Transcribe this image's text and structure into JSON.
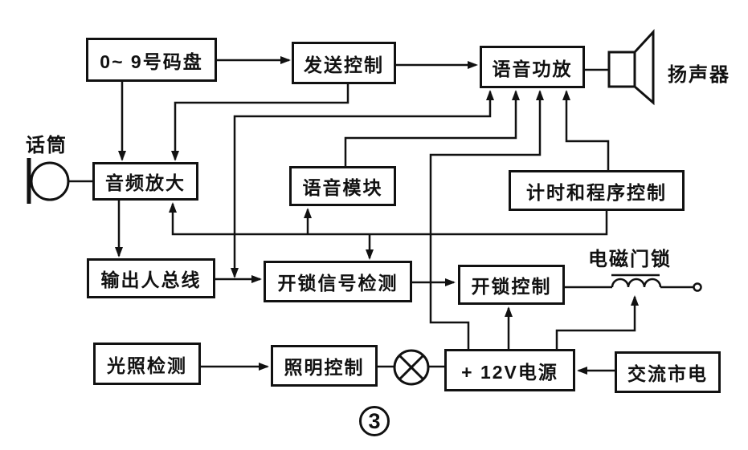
{
  "diagram": {
    "blocks": [
      {
        "id": "dial",
        "label": "0~ 9号码盘"
      },
      {
        "id": "send-control",
        "label": "发送控制"
      },
      {
        "id": "voice-amplifier",
        "label": "语音功放"
      },
      {
        "id": "audio-amplifier",
        "label": "音频放大"
      },
      {
        "id": "voice-module",
        "label": "语音模块"
      },
      {
        "id": "timer-program-control",
        "label": "计时和程序控制"
      },
      {
        "id": "io-bus",
        "label": "输出人总线"
      },
      {
        "id": "unlock-signal-detect",
        "label": "开锁信号检测"
      },
      {
        "id": "unlock-control",
        "label": "开锁控制"
      },
      {
        "id": "light-detect",
        "label": "光照检测"
      },
      {
        "id": "lighting-control",
        "label": "照明控制"
      },
      {
        "id": "power-12v",
        "label": "+ 12V电源"
      },
      {
        "id": "ac-mains",
        "label": "交流市电"
      }
    ],
    "annotations": {
      "microphone": "话筒",
      "speaker": "扬声器",
      "door_lock": "电磁门锁",
      "figure_number": "3"
    },
    "colors": {
      "line": "#111111",
      "background": "#ffffff"
    }
  }
}
